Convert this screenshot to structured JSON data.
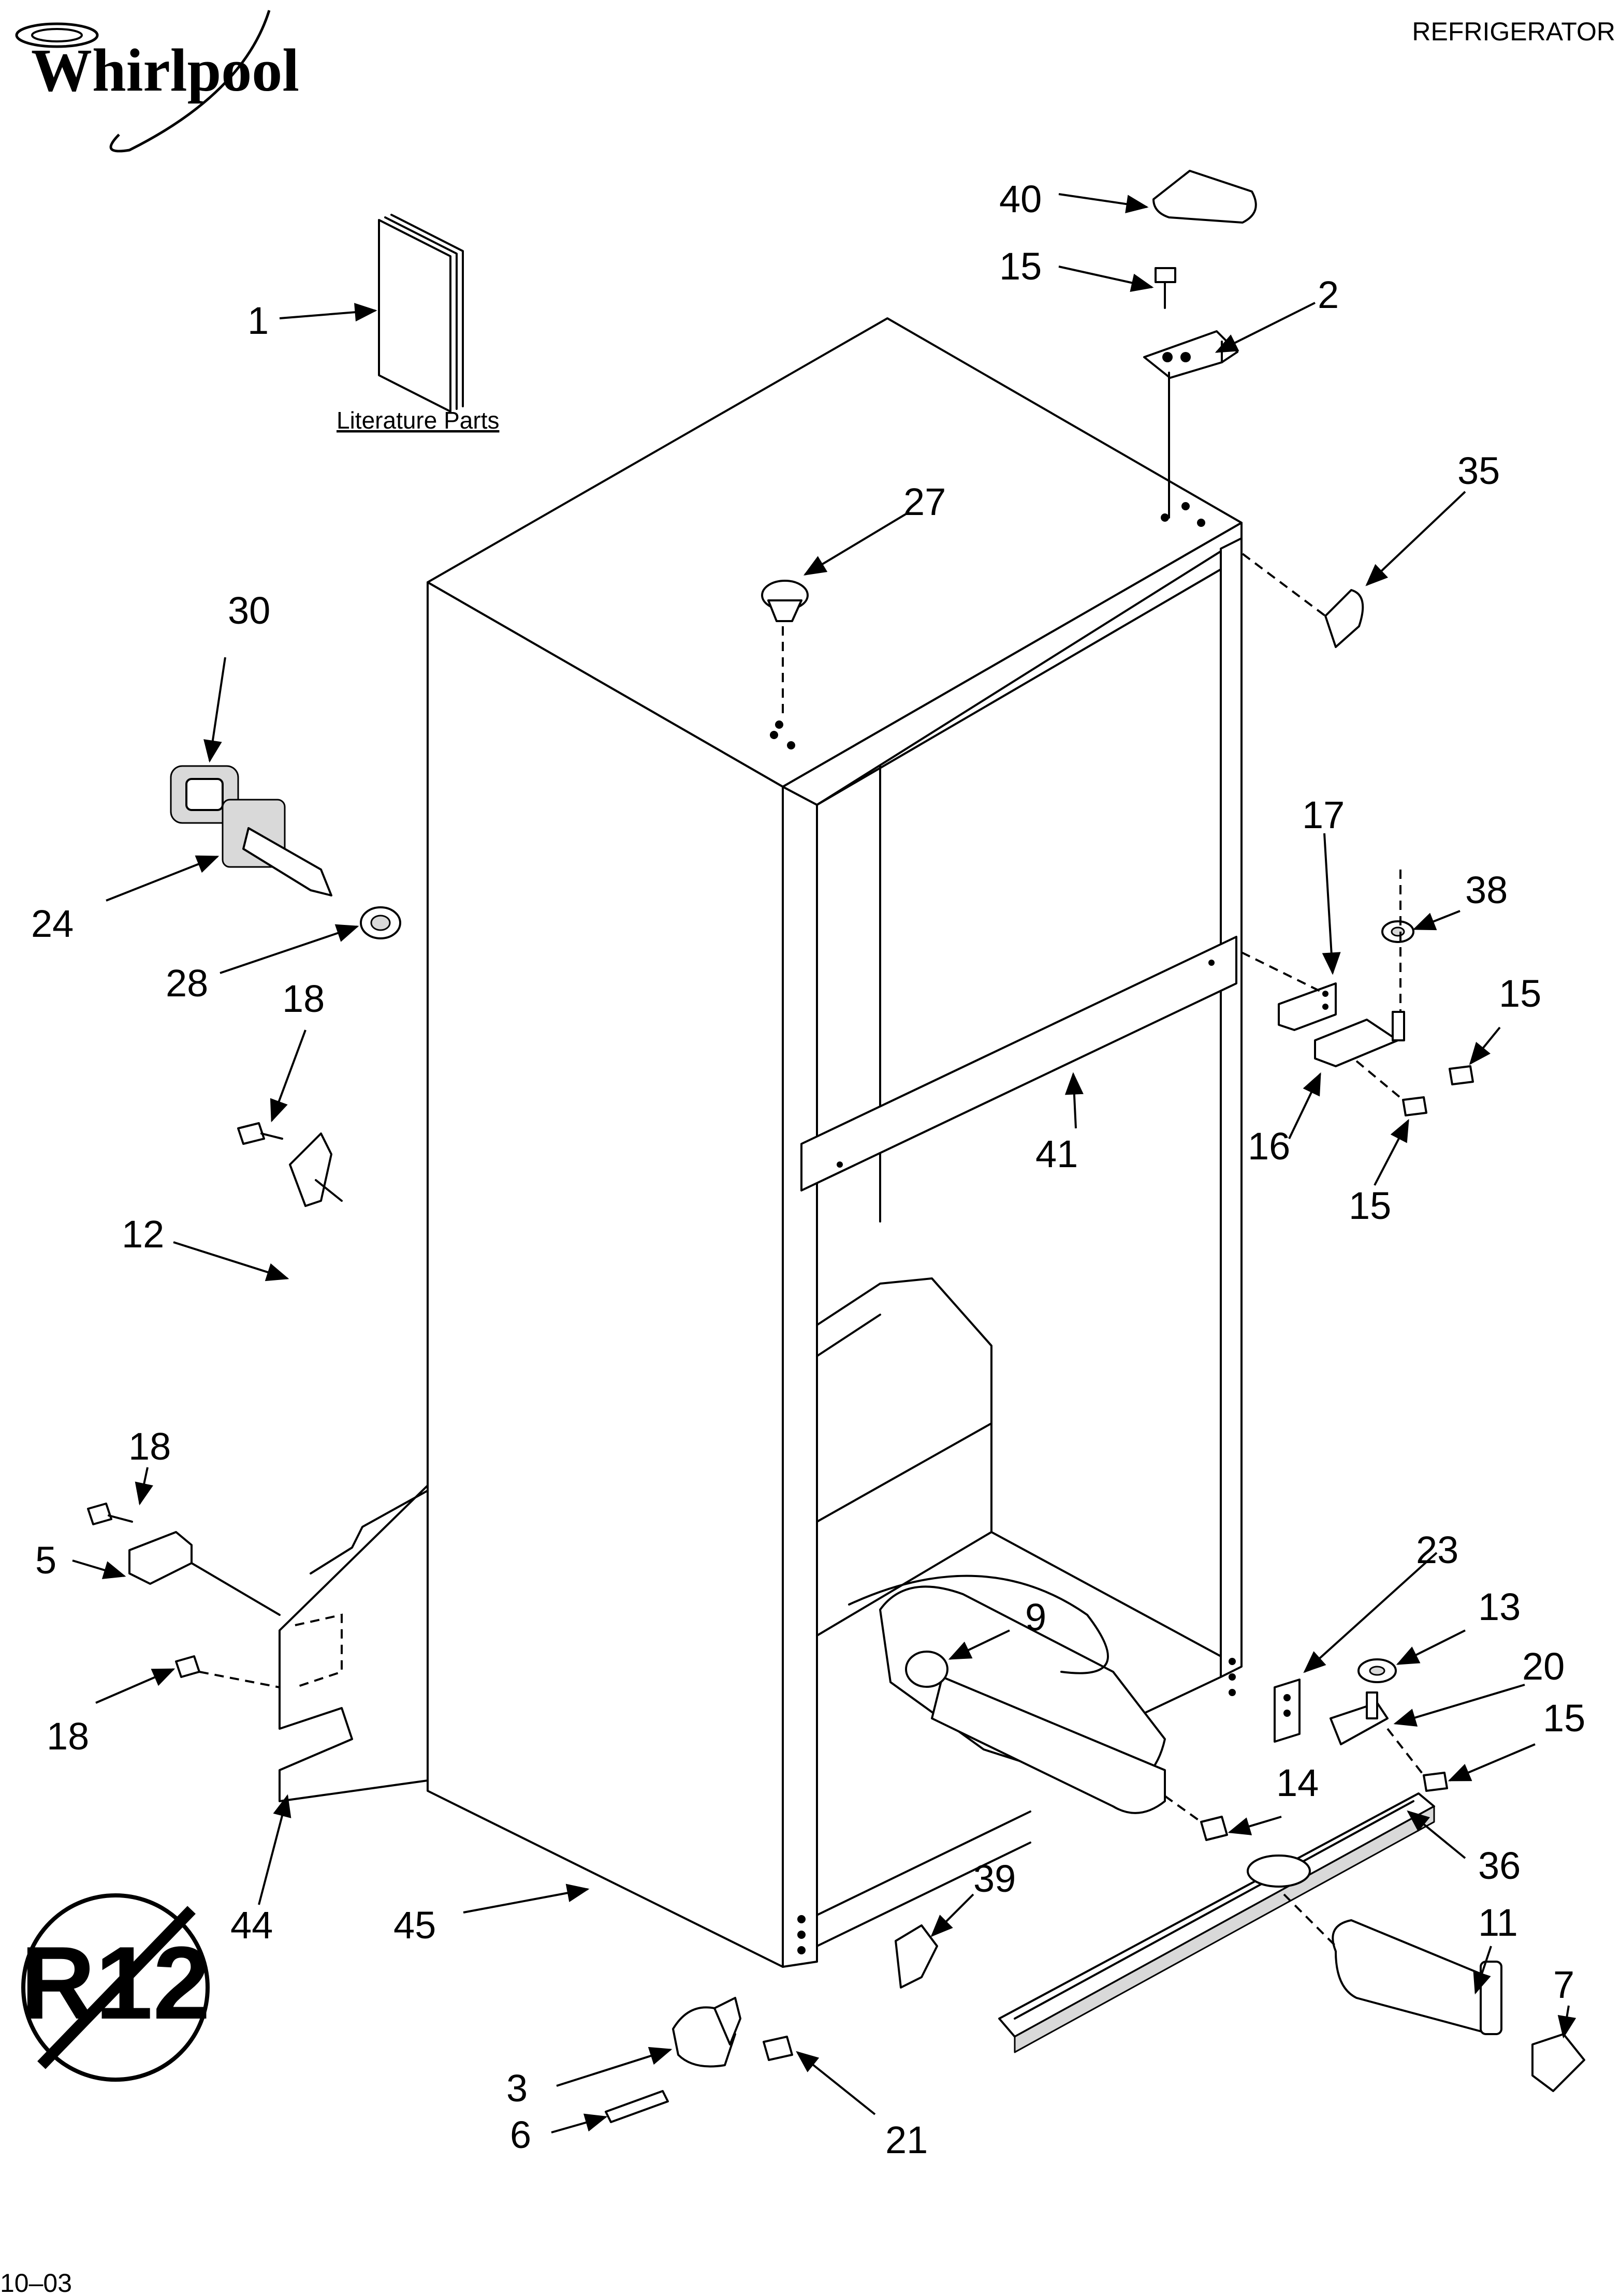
{
  "header": {
    "brand": "Whirlpool",
    "section_title": "REFRIGERATOR"
  },
  "literature": {
    "label": "Literature Parts"
  },
  "footer": {
    "date_code": "10–03"
  },
  "badge": {
    "text": "R12"
  },
  "callouts": [
    {
      "id": "c1",
      "label": "1"
    },
    {
      "id": "c2",
      "label": "2"
    },
    {
      "id": "c3",
      "label": "3"
    },
    {
      "id": "c5",
      "label": "5"
    },
    {
      "id": "c6",
      "label": "6"
    },
    {
      "id": "c7",
      "label": "7"
    },
    {
      "id": "c9",
      "label": "9"
    },
    {
      "id": "c11",
      "label": "11"
    },
    {
      "id": "c12",
      "label": "12"
    },
    {
      "id": "c13",
      "label": "13"
    },
    {
      "id": "c14",
      "label": "14"
    },
    {
      "id": "c15a",
      "label": "15"
    },
    {
      "id": "c15b",
      "label": "15"
    },
    {
      "id": "c15c",
      "label": "15"
    },
    {
      "id": "c15d",
      "label": "15"
    },
    {
      "id": "c16",
      "label": "16"
    },
    {
      "id": "c17",
      "label": "17"
    },
    {
      "id": "c18a",
      "label": "18"
    },
    {
      "id": "c18b",
      "label": "18"
    },
    {
      "id": "c18c",
      "label": "18"
    },
    {
      "id": "c20",
      "label": "20"
    },
    {
      "id": "c21",
      "label": "21"
    },
    {
      "id": "c23",
      "label": "23"
    },
    {
      "id": "c24",
      "label": "24"
    },
    {
      "id": "c27",
      "label": "27"
    },
    {
      "id": "c28",
      "label": "28"
    },
    {
      "id": "c30",
      "label": "30"
    },
    {
      "id": "c35",
      "label": "35"
    },
    {
      "id": "c36",
      "label": "36"
    },
    {
      "id": "c38",
      "label": "38"
    },
    {
      "id": "c39",
      "label": "39"
    },
    {
      "id": "c40",
      "label": "40"
    },
    {
      "id": "c41",
      "label": "41"
    },
    {
      "id": "c44",
      "label": "44"
    },
    {
      "id": "c45",
      "label": "45"
    }
  ]
}
